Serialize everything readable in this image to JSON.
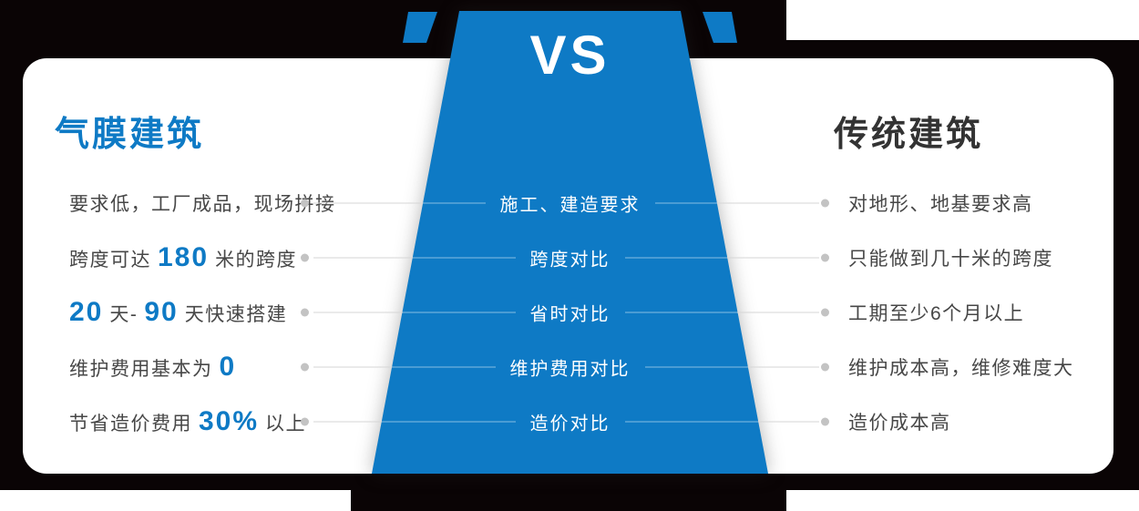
{
  "vs": "VS",
  "left_column": {
    "title": "气膜建筑"
  },
  "right_column": {
    "title": "传统建筑"
  },
  "colors": {
    "blue": "#0e7ac5",
    "card": "#ffffff",
    "background": "#0a0405"
  },
  "rows": [
    {
      "center": "施工、建造要求",
      "right": "对地形、地基要求高",
      "left_segments": [
        {
          "text": "要求低，工厂成品，现场拼接",
          "emphasis": false
        }
      ]
    },
    {
      "center": "跨度对比",
      "right": "只能做到几十米的跨度",
      "left_segments": [
        {
          "text": "跨度可达",
          "emphasis": false
        },
        {
          "text": "180",
          "emphasis": true
        },
        {
          "text": "米的跨度",
          "emphasis": false
        }
      ]
    },
    {
      "center": "省时对比",
      "right": "工期至少6个月以上",
      "left_segments": [
        {
          "text": "20",
          "emphasis": true
        },
        {
          "text": "天-",
          "emphasis": false
        },
        {
          "text": "90",
          "emphasis": true
        },
        {
          "text": "天快速搭建",
          "emphasis": false
        }
      ]
    },
    {
      "center": "维护费用对比",
      "right": "维护成本高，维修难度大",
      "left_segments": [
        {
          "text": "维护费用基本为",
          "emphasis": false
        },
        {
          "text": "0",
          "emphasis": true
        }
      ]
    },
    {
      "center": "造价对比",
      "right": "造价成本高",
      "left_segments": [
        {
          "text": "节省造价费用",
          "emphasis": false
        },
        {
          "text": "30%",
          "emphasis": true
        },
        {
          "text": "以上",
          "emphasis": false
        }
      ]
    }
  ]
}
